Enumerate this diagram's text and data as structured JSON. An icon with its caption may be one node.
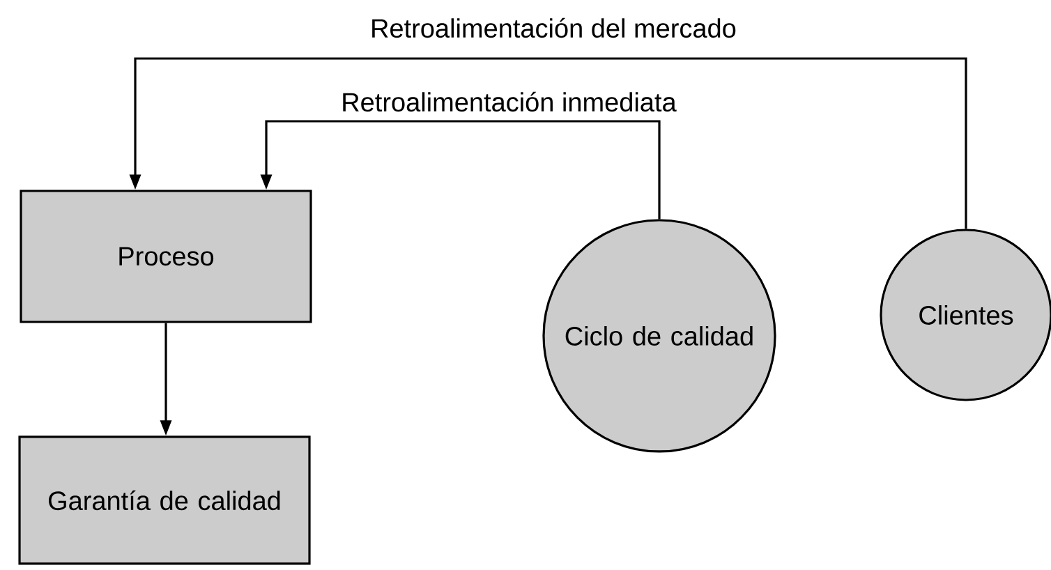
{
  "diagram": {
    "nodes": [
      {
        "text": [
          "Proceso"
        ]
      },
      {
        "text": [
          "Garantía de calidad"
        ]
      },
      {
        "text": [
          "Ciclo de calidad"
        ]
      },
      {
        "text": [
          "Clientes"
        ]
      }
    ],
    "edges": [
      {
        "from": 0,
        "to": 1,
        "arrow": "to"
      },
      {
        "from": 2,
        "to": 0,
        "arrow": "to",
        "label": "Retroalimentación inmediata"
      },
      {
        "from": 3,
        "to": 0,
        "arrow": "to",
        "label": "Retroalimentación del mercado"
      }
    ]
  }
}
